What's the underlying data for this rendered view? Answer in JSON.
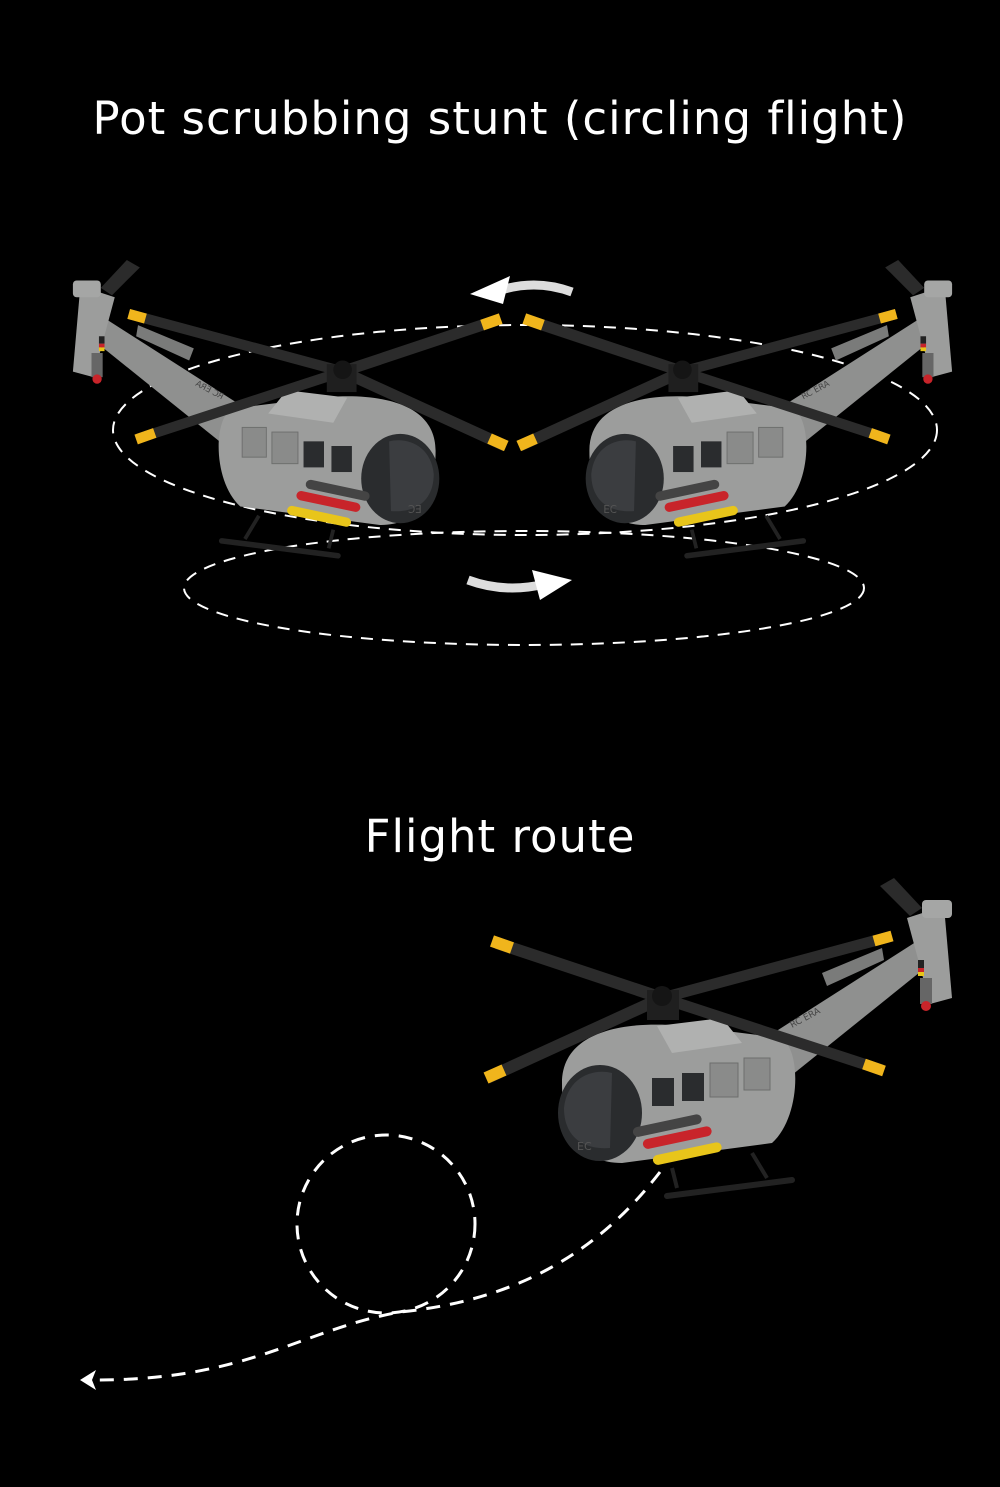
{
  "section_1": {
    "title": "Pot scrubbing stunt (circling flight)"
  },
  "section_2": {
    "title": "Flight route"
  },
  "helicopter": {
    "logo_text": "RC ERA",
    "nose_number": "EC"
  },
  "colors": {
    "background": "#000000",
    "text": "#ffffff",
    "fuselage": "#9c9d9c",
    "blade": "#2b2b2b",
    "blade_tip": "#f0b51c",
    "rocket_red": "#c8242a",
    "rocket_yellow": "#e8c51a"
  }
}
